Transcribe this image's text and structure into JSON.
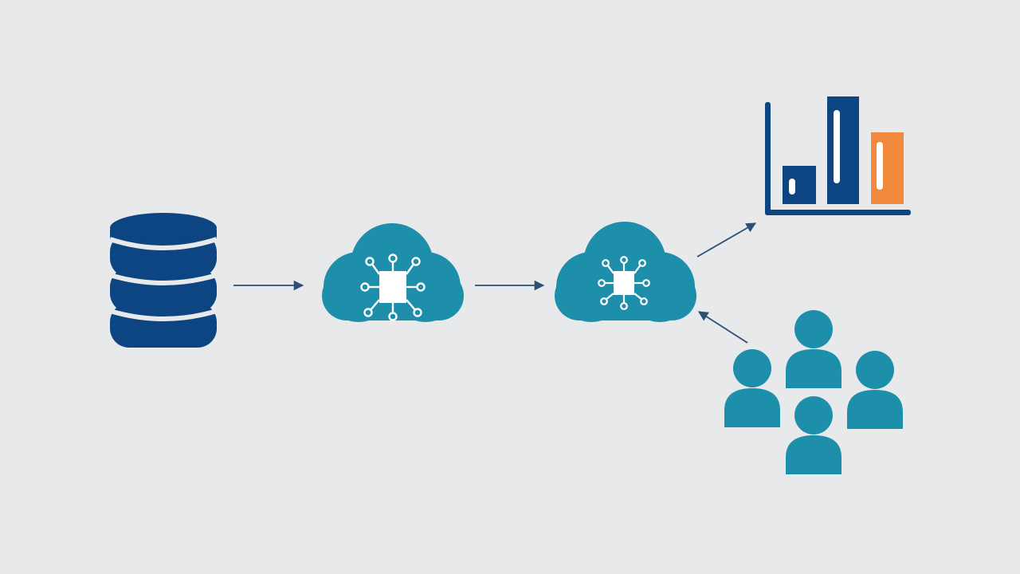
{
  "colors": {
    "background": "#e8e9ea",
    "navy": "#0c4581",
    "teal": "#1d8fab",
    "orange": "#f28a3e",
    "white": "#ffffff",
    "arrow": "#2c4f78"
  },
  "nodes": [
    {
      "name": "database-icon",
      "icon": "database"
    },
    {
      "name": "cloud-processing-icon-1",
      "icon": "cloud-chip"
    },
    {
      "name": "cloud-processing-icon-2",
      "icon": "cloud-chip"
    },
    {
      "name": "bar-chart-icon",
      "icon": "bar-chart"
    },
    {
      "name": "users-group-icon",
      "icon": "users"
    }
  ],
  "edges": [
    {
      "from": "database-icon",
      "to": "cloud-processing-icon-1"
    },
    {
      "from": "cloud-processing-icon-1",
      "to": "cloud-processing-icon-2"
    },
    {
      "from": "cloud-processing-icon-2",
      "to": "bar-chart-icon"
    },
    {
      "from": "users-group-icon",
      "to": "cloud-processing-icon-2"
    }
  ]
}
